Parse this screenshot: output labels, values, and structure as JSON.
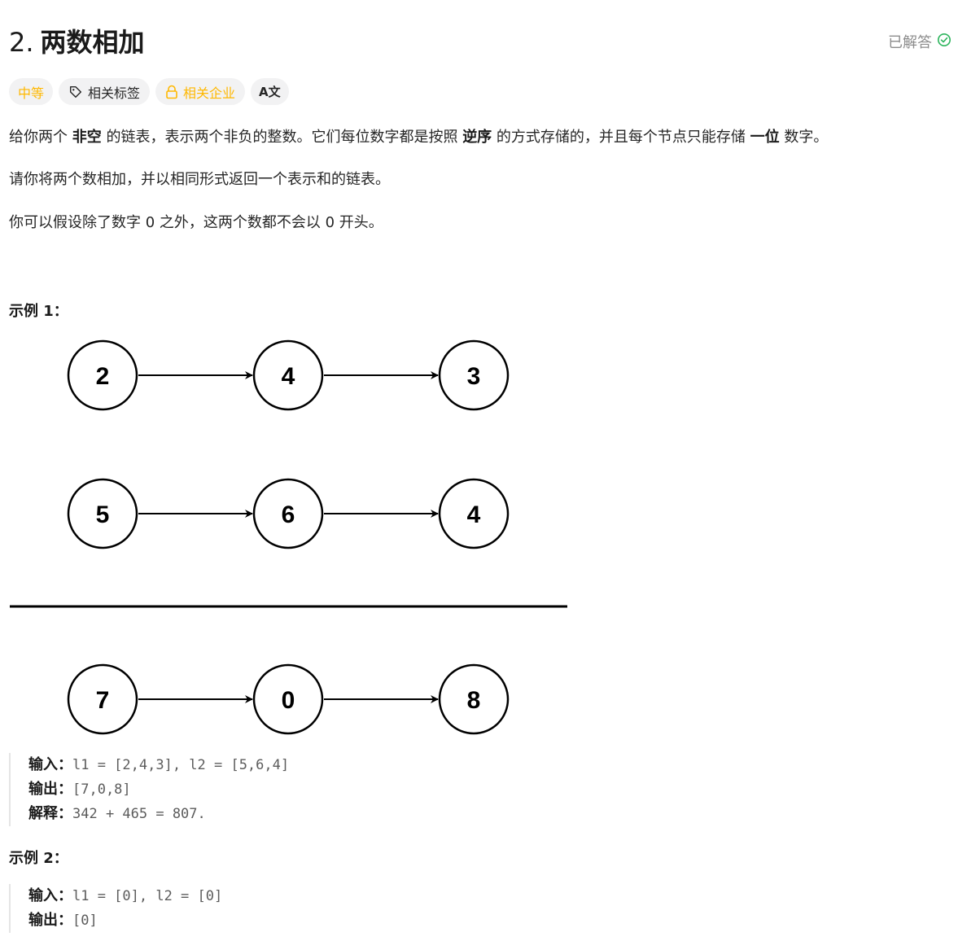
{
  "problem": {
    "number": "2.",
    "title": "两数相加",
    "status": "已解答"
  },
  "tags": {
    "difficulty": "中等",
    "topics": "相关标签",
    "companies": "相关企业",
    "translate": "A文"
  },
  "description": {
    "p1": {
      "t1": "给你两个 ",
      "b1": "非空",
      "t2": " 的链表，表示两个非负的整数。它们每位数字都是按照 ",
      "b2": "逆序",
      "t3": " 的方式存储的，并且每个节点只能存储 ",
      "b3": "一位",
      "t4": " 数字。"
    },
    "p2": "请你将两个数相加，并以相同形式返回一个表示和的链表。",
    "p3": "你可以假设除了数字 0 之外，这两个数都不会以 0 开头。"
  },
  "examples": [
    {
      "title": "示例 1：",
      "diagram": {
        "rows": [
          [
            "2",
            "4",
            "3"
          ],
          [
            "5",
            "6",
            "4"
          ],
          [
            "7",
            "0",
            "8"
          ]
        ]
      },
      "input_label": "输入：",
      "input": "l1 = [2,4,3], l2 = [5,6,4]",
      "output_label": "输出：",
      "output": "[7,0,8]",
      "explain_label": "解释：",
      "explain": "342 + 465 = 807."
    },
    {
      "title": "示例 2：",
      "input_label": "输入：",
      "input": "l1 = [0], l2 = [0]",
      "output_label": "输出：",
      "output": "[0]"
    }
  ],
  "colors": {
    "medium": "#ffb800",
    "solved_check": "#2db55d"
  }
}
